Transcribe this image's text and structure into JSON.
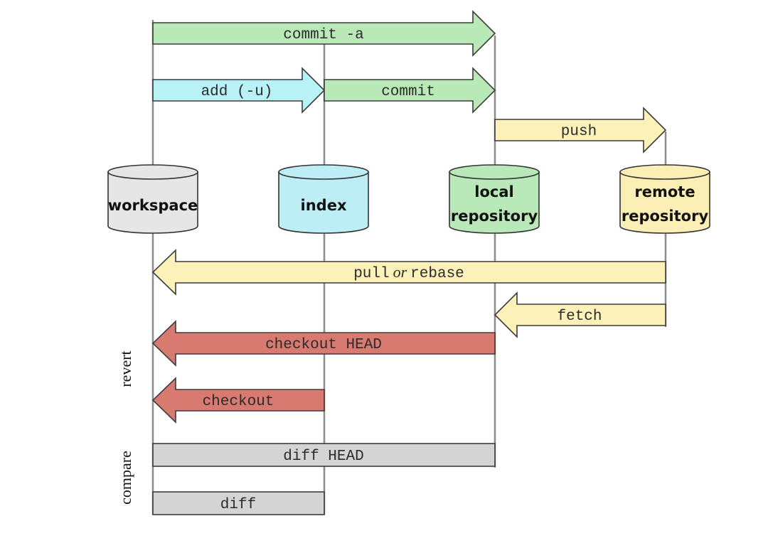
{
  "colors": {
    "green": "#b9e9b6",
    "cyan": "#b8f1f6",
    "yellow": "#fbf1b9",
    "red": "#d97a70",
    "gray": "#d4d4d4",
    "workspace": "#e6e6e6",
    "index": "#bdeef6",
    "local": "#b9e8b9",
    "remote": "#fbefb5"
  },
  "repos": {
    "workspace": [
      "workspace"
    ],
    "index": [
      "index"
    ],
    "local": [
      "local",
      "repository"
    ],
    "remote": [
      "remote",
      "repository"
    ]
  },
  "arrows": {
    "commit_a": "commit -a",
    "add": "add (-u)",
    "commit": "commit",
    "push": "push",
    "pull_cmd": "pull",
    "pull_or": "or",
    "pull_rebase": "rebase",
    "fetch": "fetch",
    "checkout_head": "checkout HEAD",
    "checkout": "checkout",
    "diff_head": "diff HEAD",
    "diff": "diff"
  },
  "groups": {
    "revert": "revert",
    "compare": "compare"
  }
}
